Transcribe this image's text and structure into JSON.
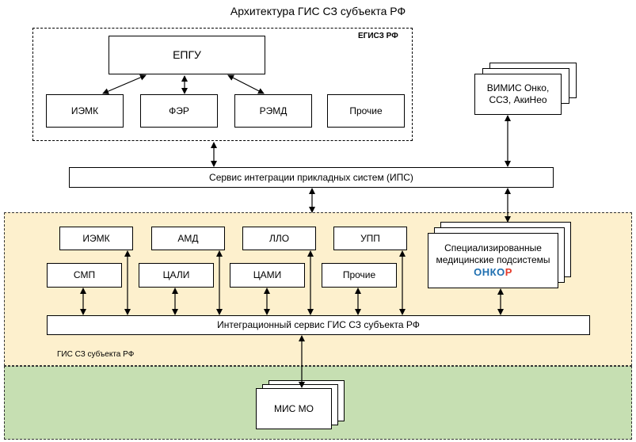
{
  "title": "Архитектура ГИС СЗ субъекта РФ",
  "egisz": {
    "label": "ЕГИСЗ РФ",
    "epgu": "ЕПГУ",
    "boxes": [
      "ИЭМК",
      "ФЭР",
      "РЭМД",
      "Прочие"
    ]
  },
  "vimis": {
    "line1": "ВИМИС Онко,",
    "line2": "ССЗ, АкиНео"
  },
  "ips": "Сервис интеграции прикладных систем (ИПС)",
  "gis": {
    "label": "ГИС СЗ субъекта РФ",
    "top_row": [
      "ИЭМК",
      "АМД",
      "ЛЛО",
      "УПП"
    ],
    "bottom_row": [
      "СМП",
      "ЦАЛИ",
      "ЦАМИ",
      "Прочие"
    ],
    "special": {
      "line1": "Специализированные",
      "line2": "медицинские подсистемы",
      "logo_part1": "ОНКО",
      "logo_part2": "Р"
    },
    "integration": "Интеграционный сервис ГИС СЗ субъекта РФ"
  },
  "mis": "МИС МО",
  "colors": {
    "gis_zone": "#fdf0cd",
    "mo_zone": "#c6dfb2",
    "logo_blue": "#1f6fb0",
    "logo_red": "#e53b2c"
  }
}
